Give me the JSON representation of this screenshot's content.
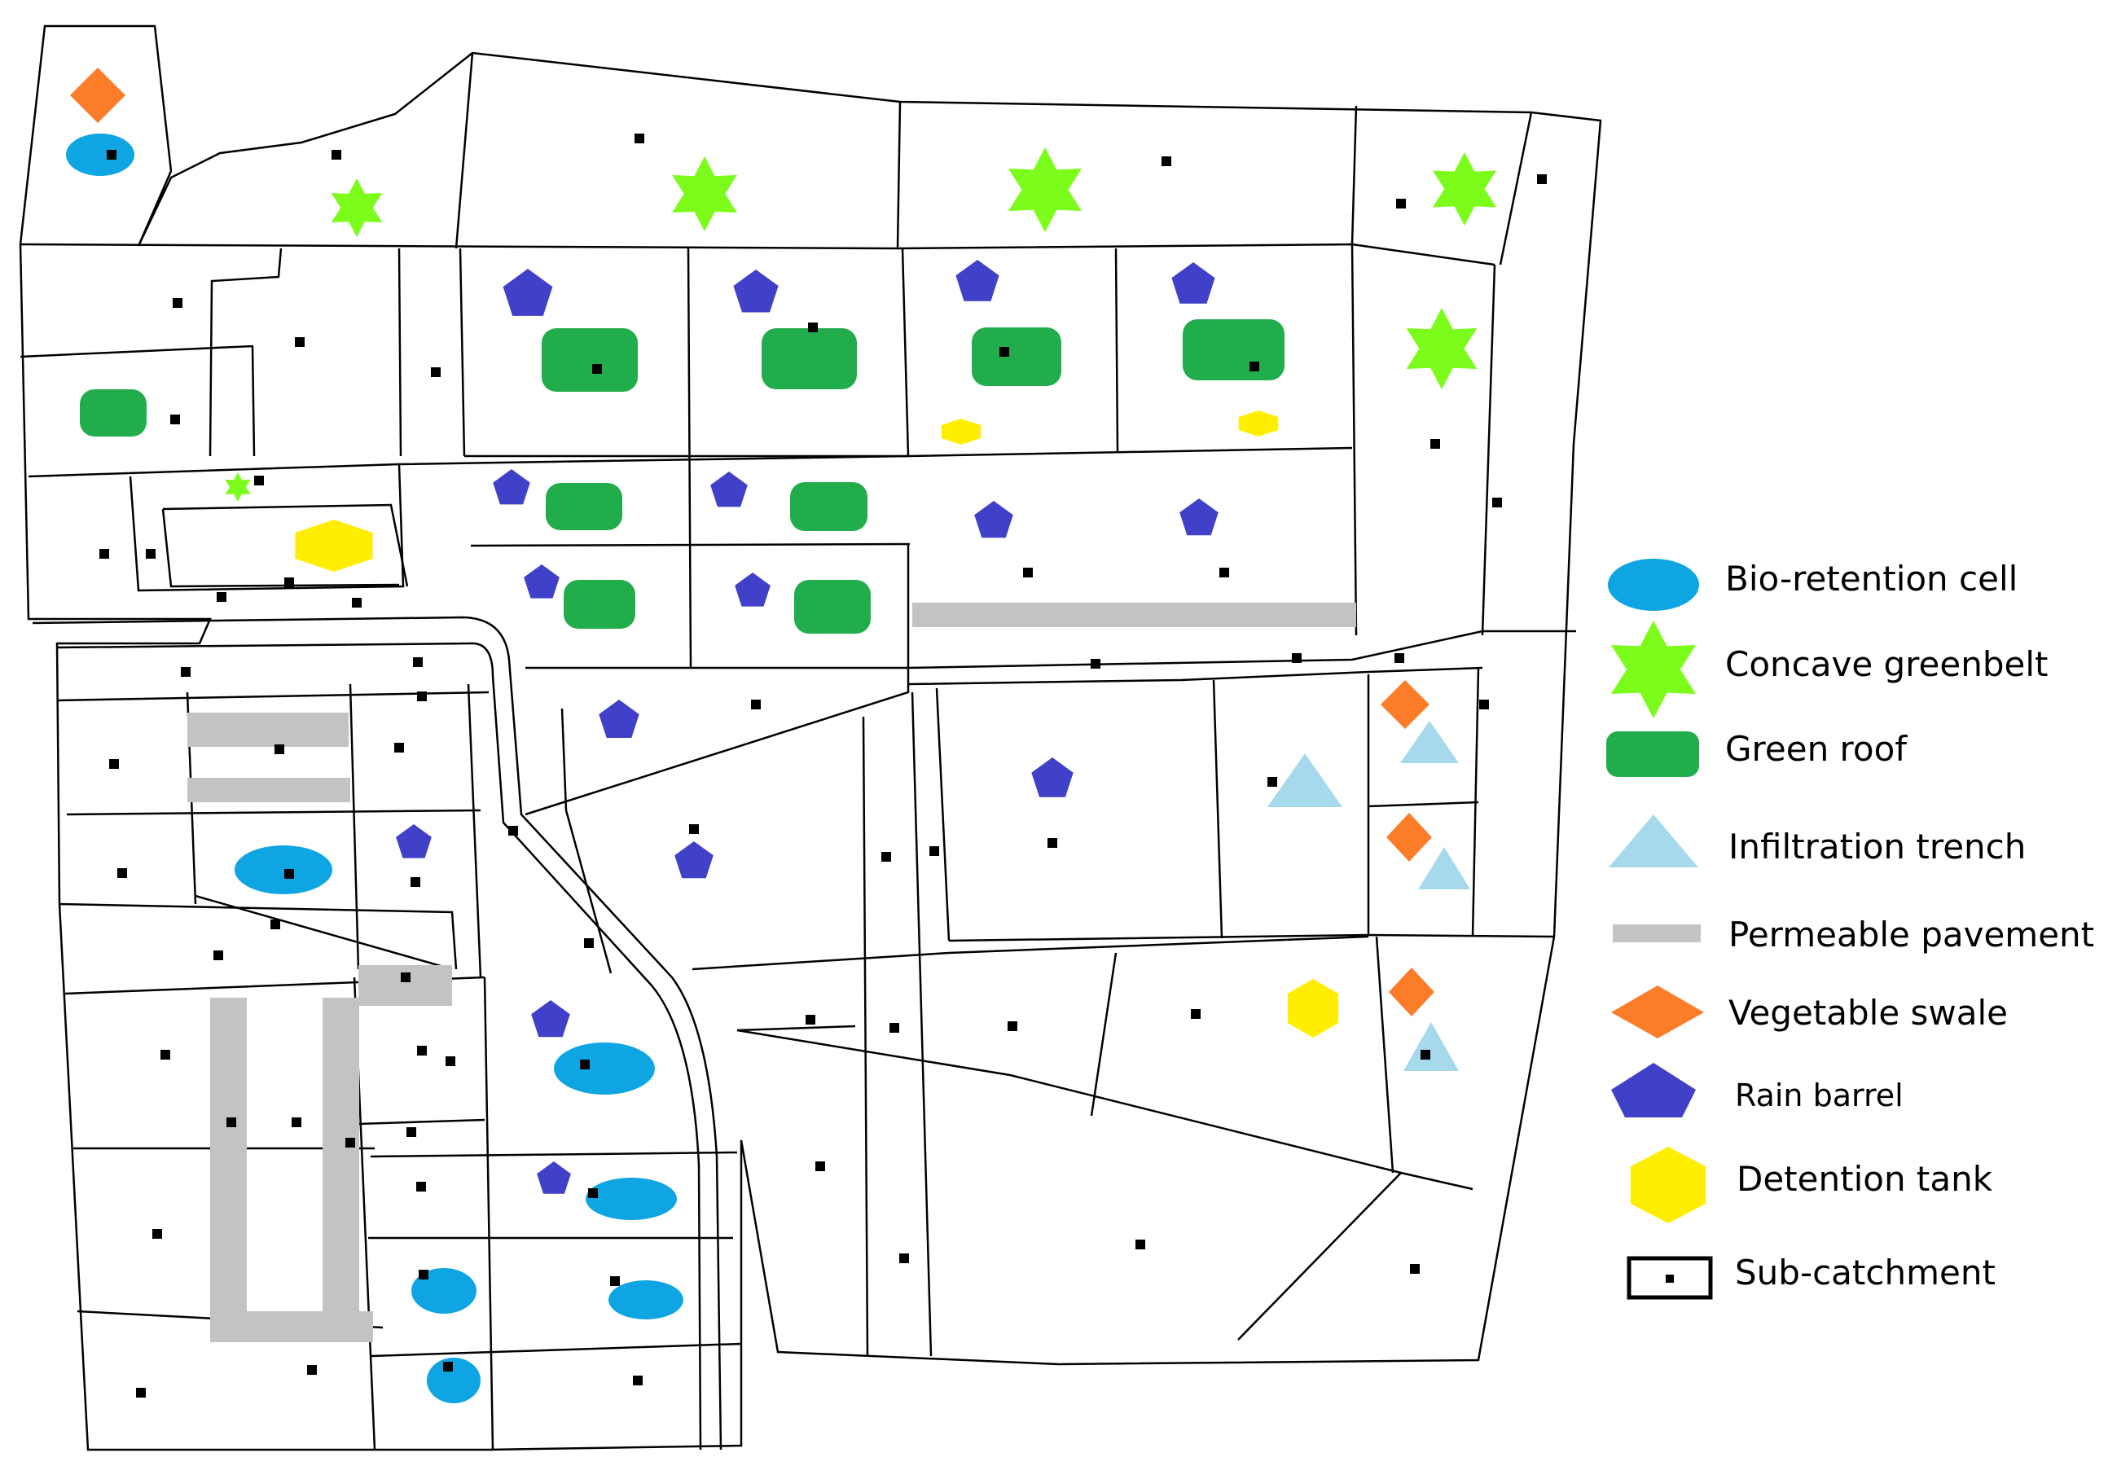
{
  "legend": {
    "items": [
      {
        "key": "bio",
        "label": "Bio-retention cell"
      },
      {
        "key": "green",
        "label": "Concave greenbelt"
      },
      {
        "key": "roof",
        "label": "Green roof"
      },
      {
        "key": "trench",
        "label": "Infiltration trench"
      },
      {
        "key": "pavement",
        "label": "Permeable pavement"
      },
      {
        "key": "swale",
        "label": "Vegetable swale"
      },
      {
        "key": "barrel",
        "label": "Rain barrel"
      },
      {
        "key": "tank",
        "label": "Detention tank"
      },
      {
        "key": "sub",
        "label": "Sub-catchment"
      }
    ]
  },
  "colors": {
    "bio": "#0ea5e2",
    "green": "#7cfc1a",
    "roof": "#22ad4d",
    "trench": "#a6d9ec",
    "pavement": "#c3c3c3",
    "swale": "#fb7d2a",
    "barrel": "#4040c8",
    "tank": "#ffee00",
    "outline": "#000000"
  },
  "icons": {
    "bio": "ellipse-icon",
    "green": "six-point-star-icon",
    "roof": "rounded-rectangle-icon",
    "trench": "triangle-icon",
    "pavement": "bar-icon",
    "swale": "diamond-icon",
    "barrel": "pentagon-icon",
    "tank": "hexagon-icon",
    "sub": "square-with-dot-icon"
  }
}
